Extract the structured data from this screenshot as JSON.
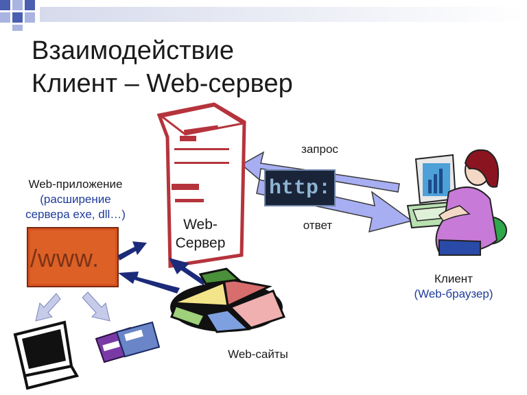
{
  "slide": {
    "title_line1": "Взаимодействие",
    "title_line2": "Клиент – Web-сервер"
  },
  "labels": {
    "web_app": "Web-приложение",
    "web_app_ext1": "(расширение",
    "web_app_ext2": "сервера exe, dll…)",
    "server1": "Web-",
    "server2": "Сервер",
    "request": "запрос",
    "response": "ответ",
    "client": "Клиент",
    "client_browser": "(Web-браузер)",
    "web_sites": "Web-сайты",
    "www": "/www.",
    "http": "http:"
  },
  "icons": [
    "server-tower-icon",
    "http-sign-icon",
    "client-person-icon",
    "www-panel-icon",
    "computer-icon",
    "floppy-disks-icon",
    "pie-chart-icon"
  ],
  "colors": {
    "server_outline": "#b5343c",
    "arrow_blue": "#9fa8f0",
    "arrow_navy": "#1c2a7a",
    "www_panel": "#d5521f",
    "http_bg": "#1a2438",
    "label_blue": "#1f3b9a"
  }
}
